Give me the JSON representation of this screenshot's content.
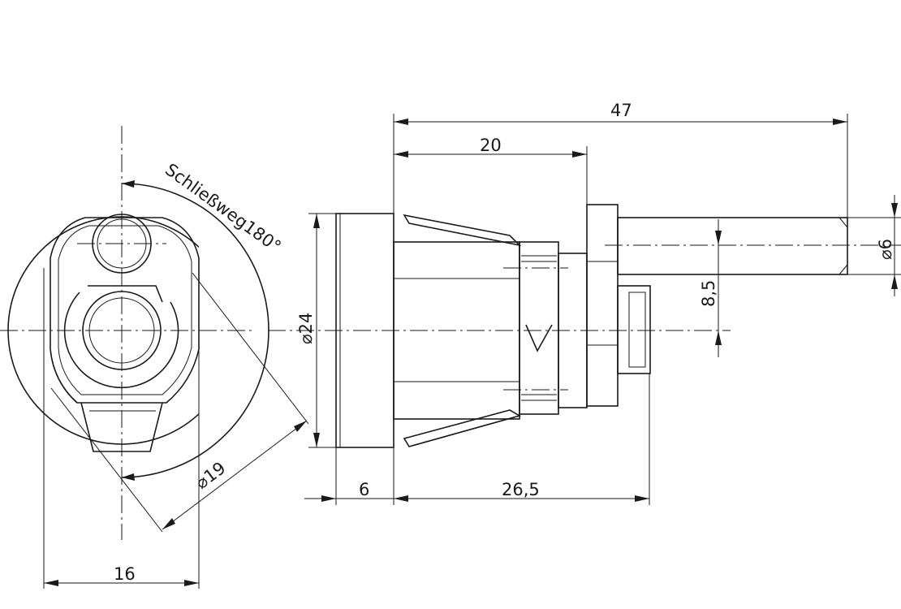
{
  "front_view": {
    "closing_path_label": "Schließweg180°",
    "dia19_label": "⌀19",
    "width16_label": "16"
  },
  "side_view": {
    "len47_label": "47",
    "len20_label": "20",
    "dia24_label": "⌀24",
    "len6_label": "6",
    "len26_5_label": "26,5",
    "dia6_label": "⌀6",
    "offset8_5_label": "8,5"
  }
}
